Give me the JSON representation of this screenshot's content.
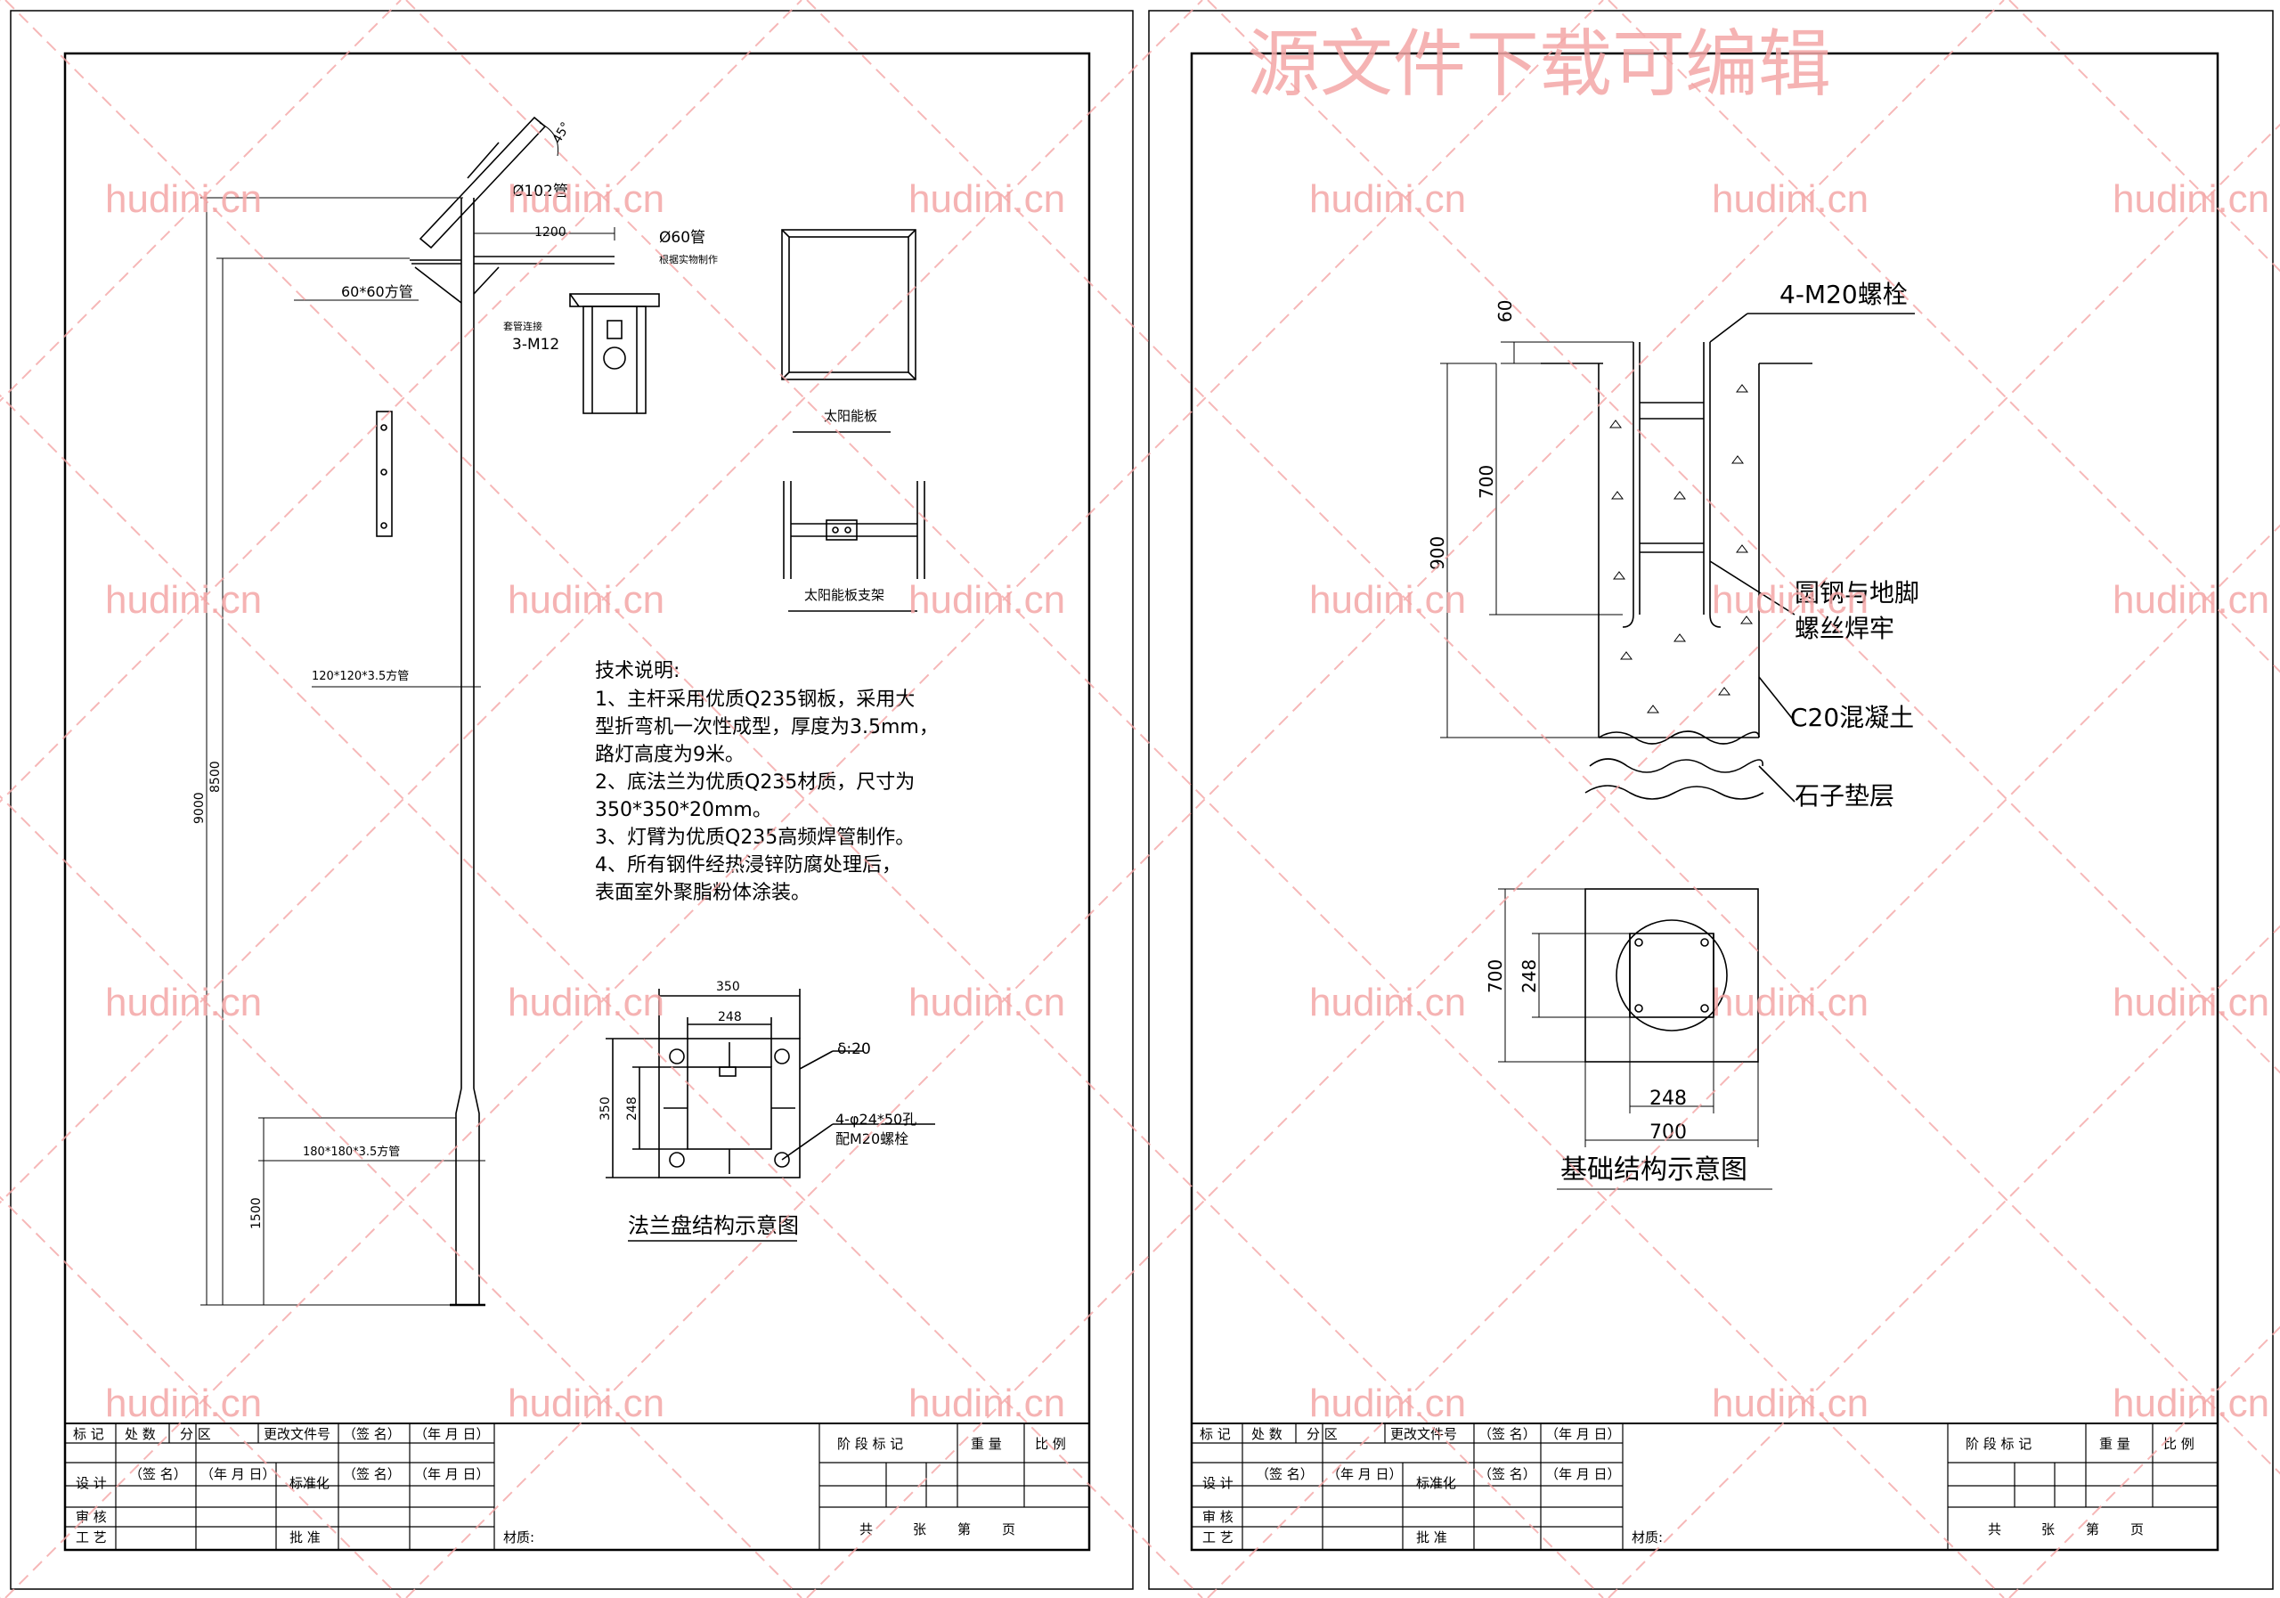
{
  "watermark": {
    "banner": "源文件下载可编辑",
    "site": "hudini.cn",
    "color": "#f4a6a6"
  },
  "left_sheet": {
    "pole": {
      "d_top": "Ø102管",
      "arm_len": "1200",
      "d_arm": "Ø60管",
      "arm_note": "根据实物制作",
      "angle": "45°",
      "bracket": "60*60方管",
      "joint": "套管连接",
      "bolt": "3-M12",
      "upper_tube": "120*120*3.5方管",
      "lower_tube": "180*180*3.5方管",
      "h_total": "9000",
      "h_main": "8500",
      "h_base": "1500"
    },
    "panel_label": "太阳能板",
    "bracket_label": "太阳能板支架",
    "notes": {
      "title": "技术说明:",
      "l1": "1、主杆采用优质Q235钢板，采用大",
      "l2": "型折弯机一次性成型，厚度为3.5mm，",
      "l3": "路灯高度为9米。",
      "l4": "2、底法兰为优质Q235材质，尺寸为",
      "l5": "350*350*20mm。",
      "l6": "3、灯臂为优质Q235高频焊管制作。",
      "l7": "4、所有钢件经热浸锌防腐处理后，",
      "l8": "表面室外聚脂粉体涂装。"
    },
    "flange": {
      "w_out": "350",
      "w_in": "248",
      "h_out": "350",
      "h_in": "248",
      "thickness": "δ:20",
      "holes": "4-φ24*50孔",
      "bolts": "配M20螺栓",
      "title": "法兰盘结构示意图"
    }
  },
  "right_sheet": {
    "foundation": {
      "bolts": "4-M20螺栓",
      "d_60": "60",
      "d_700": "700",
      "d_900": "900",
      "weld": "圆钢与地脚",
      "weld2": "螺丝焊牢",
      "concrete": "C20混凝土",
      "gravel": "石子垫层",
      "plan_h": "700",
      "plan_hin": "248",
      "plan_win": "248",
      "plan_w": "700",
      "title": "基础结构示意图"
    }
  },
  "title_block": {
    "mark": "标 记",
    "count": "处 数",
    "zone": "分 区",
    "doc": "更改文件号",
    "sign": "（签 名）",
    "date": "（年 月 日）",
    "design": "设 计",
    "standard": "标准化",
    "review": "审 核",
    "process": "工 艺",
    "approve": "批 准",
    "material": "材质:",
    "stage": "阶 段 标 记",
    "weight": "重 量",
    "scale": "比 例",
    "total": "共",
    "sheets": "张",
    "no": "第",
    "page": "页"
  }
}
